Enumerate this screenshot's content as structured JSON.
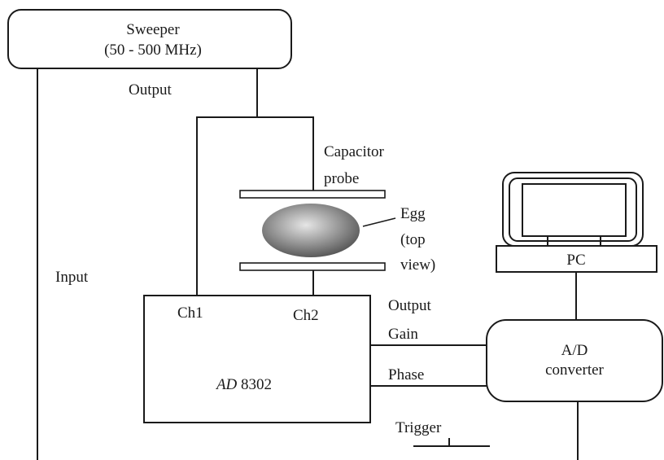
{
  "sweeper": {
    "line1": "Sweeper",
    "line2": "(50 - 500 MHz)"
  },
  "labels": {
    "output_top": "Output",
    "input": "Input",
    "capacitor_line1": "Capacitor",
    "capacitor_line2": "probe",
    "egg_line1": "Egg",
    "egg_line2": "(top",
    "egg_line3": "view)",
    "ch1": "Ch1",
    "ch2": "Ch2",
    "output_ad": "Output",
    "gain": "Gain",
    "phase": "Phase",
    "trigger": "Trigger"
  },
  "ad8302": {
    "prefix": "AD",
    "number": " 8302"
  },
  "pc": {
    "label": "PC"
  },
  "adc": {
    "line1": "A/D",
    "line2": "converter"
  }
}
